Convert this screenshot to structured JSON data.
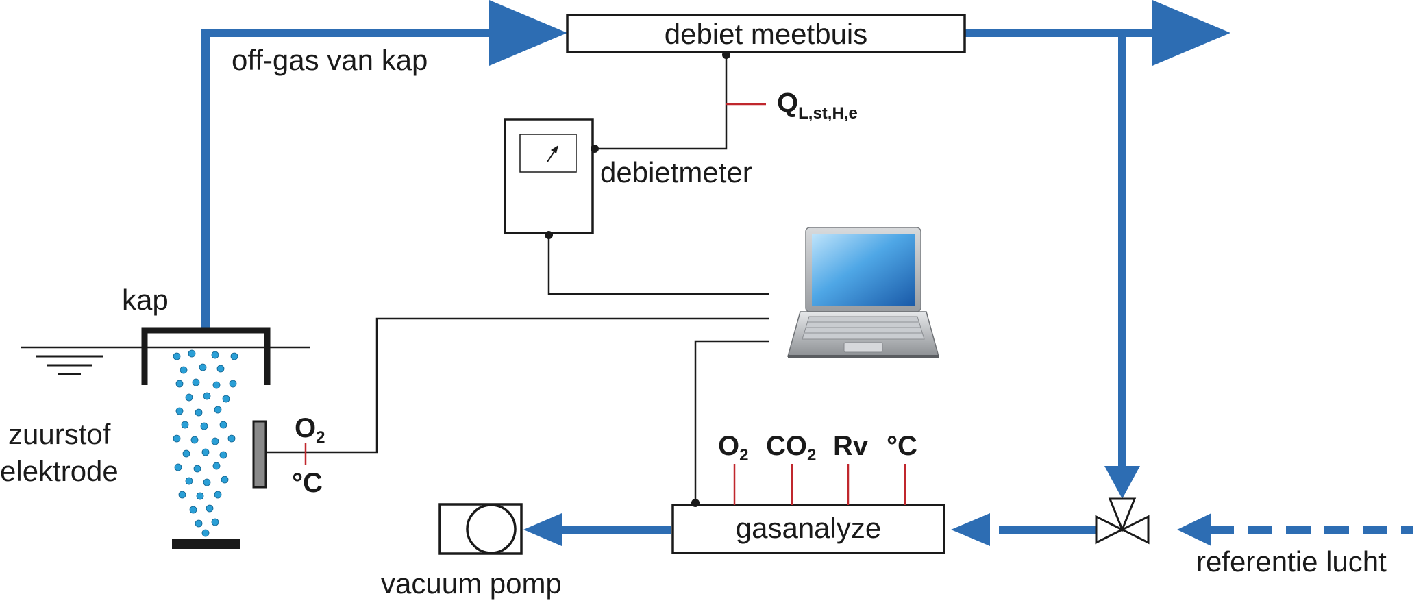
{
  "labels": {
    "flow_tube": "debiet meetbuis",
    "offgas": "off-gas van kap",
    "flow_symbol": "Q",
    "flow_subscript": "L,st,H,e",
    "flowmeter": "debietmeter",
    "hood": "kap",
    "electrode_line1": "zuurstof",
    "electrode_line2": "elektrode",
    "electrode_o2_main": "O",
    "electrode_o2_sub": "2",
    "electrode_temp": "°C",
    "gas_o2_main": "O",
    "gas_o2_sub": "2",
    "gas_co2_main": "CO",
    "gas_co2_sub": "2",
    "gas_rv": "Rv",
    "gas_temp": "°C",
    "gas_analyzer": "gasanalyze",
    "vacuum_pump": "vacuum pomp",
    "reference_air": "referentie lucht"
  },
  "colors": {
    "pipe": "#2d6db3",
    "signal_tick": "#c0272d",
    "bubbles": "#2a9fd6",
    "line": "#1a1a1a"
  },
  "icons": {
    "laptop": "laptop-icon",
    "valve": "three-way-valve-icon",
    "pump": "vacuum-pump-icon",
    "gauge": "gauge-needle-icon"
  }
}
